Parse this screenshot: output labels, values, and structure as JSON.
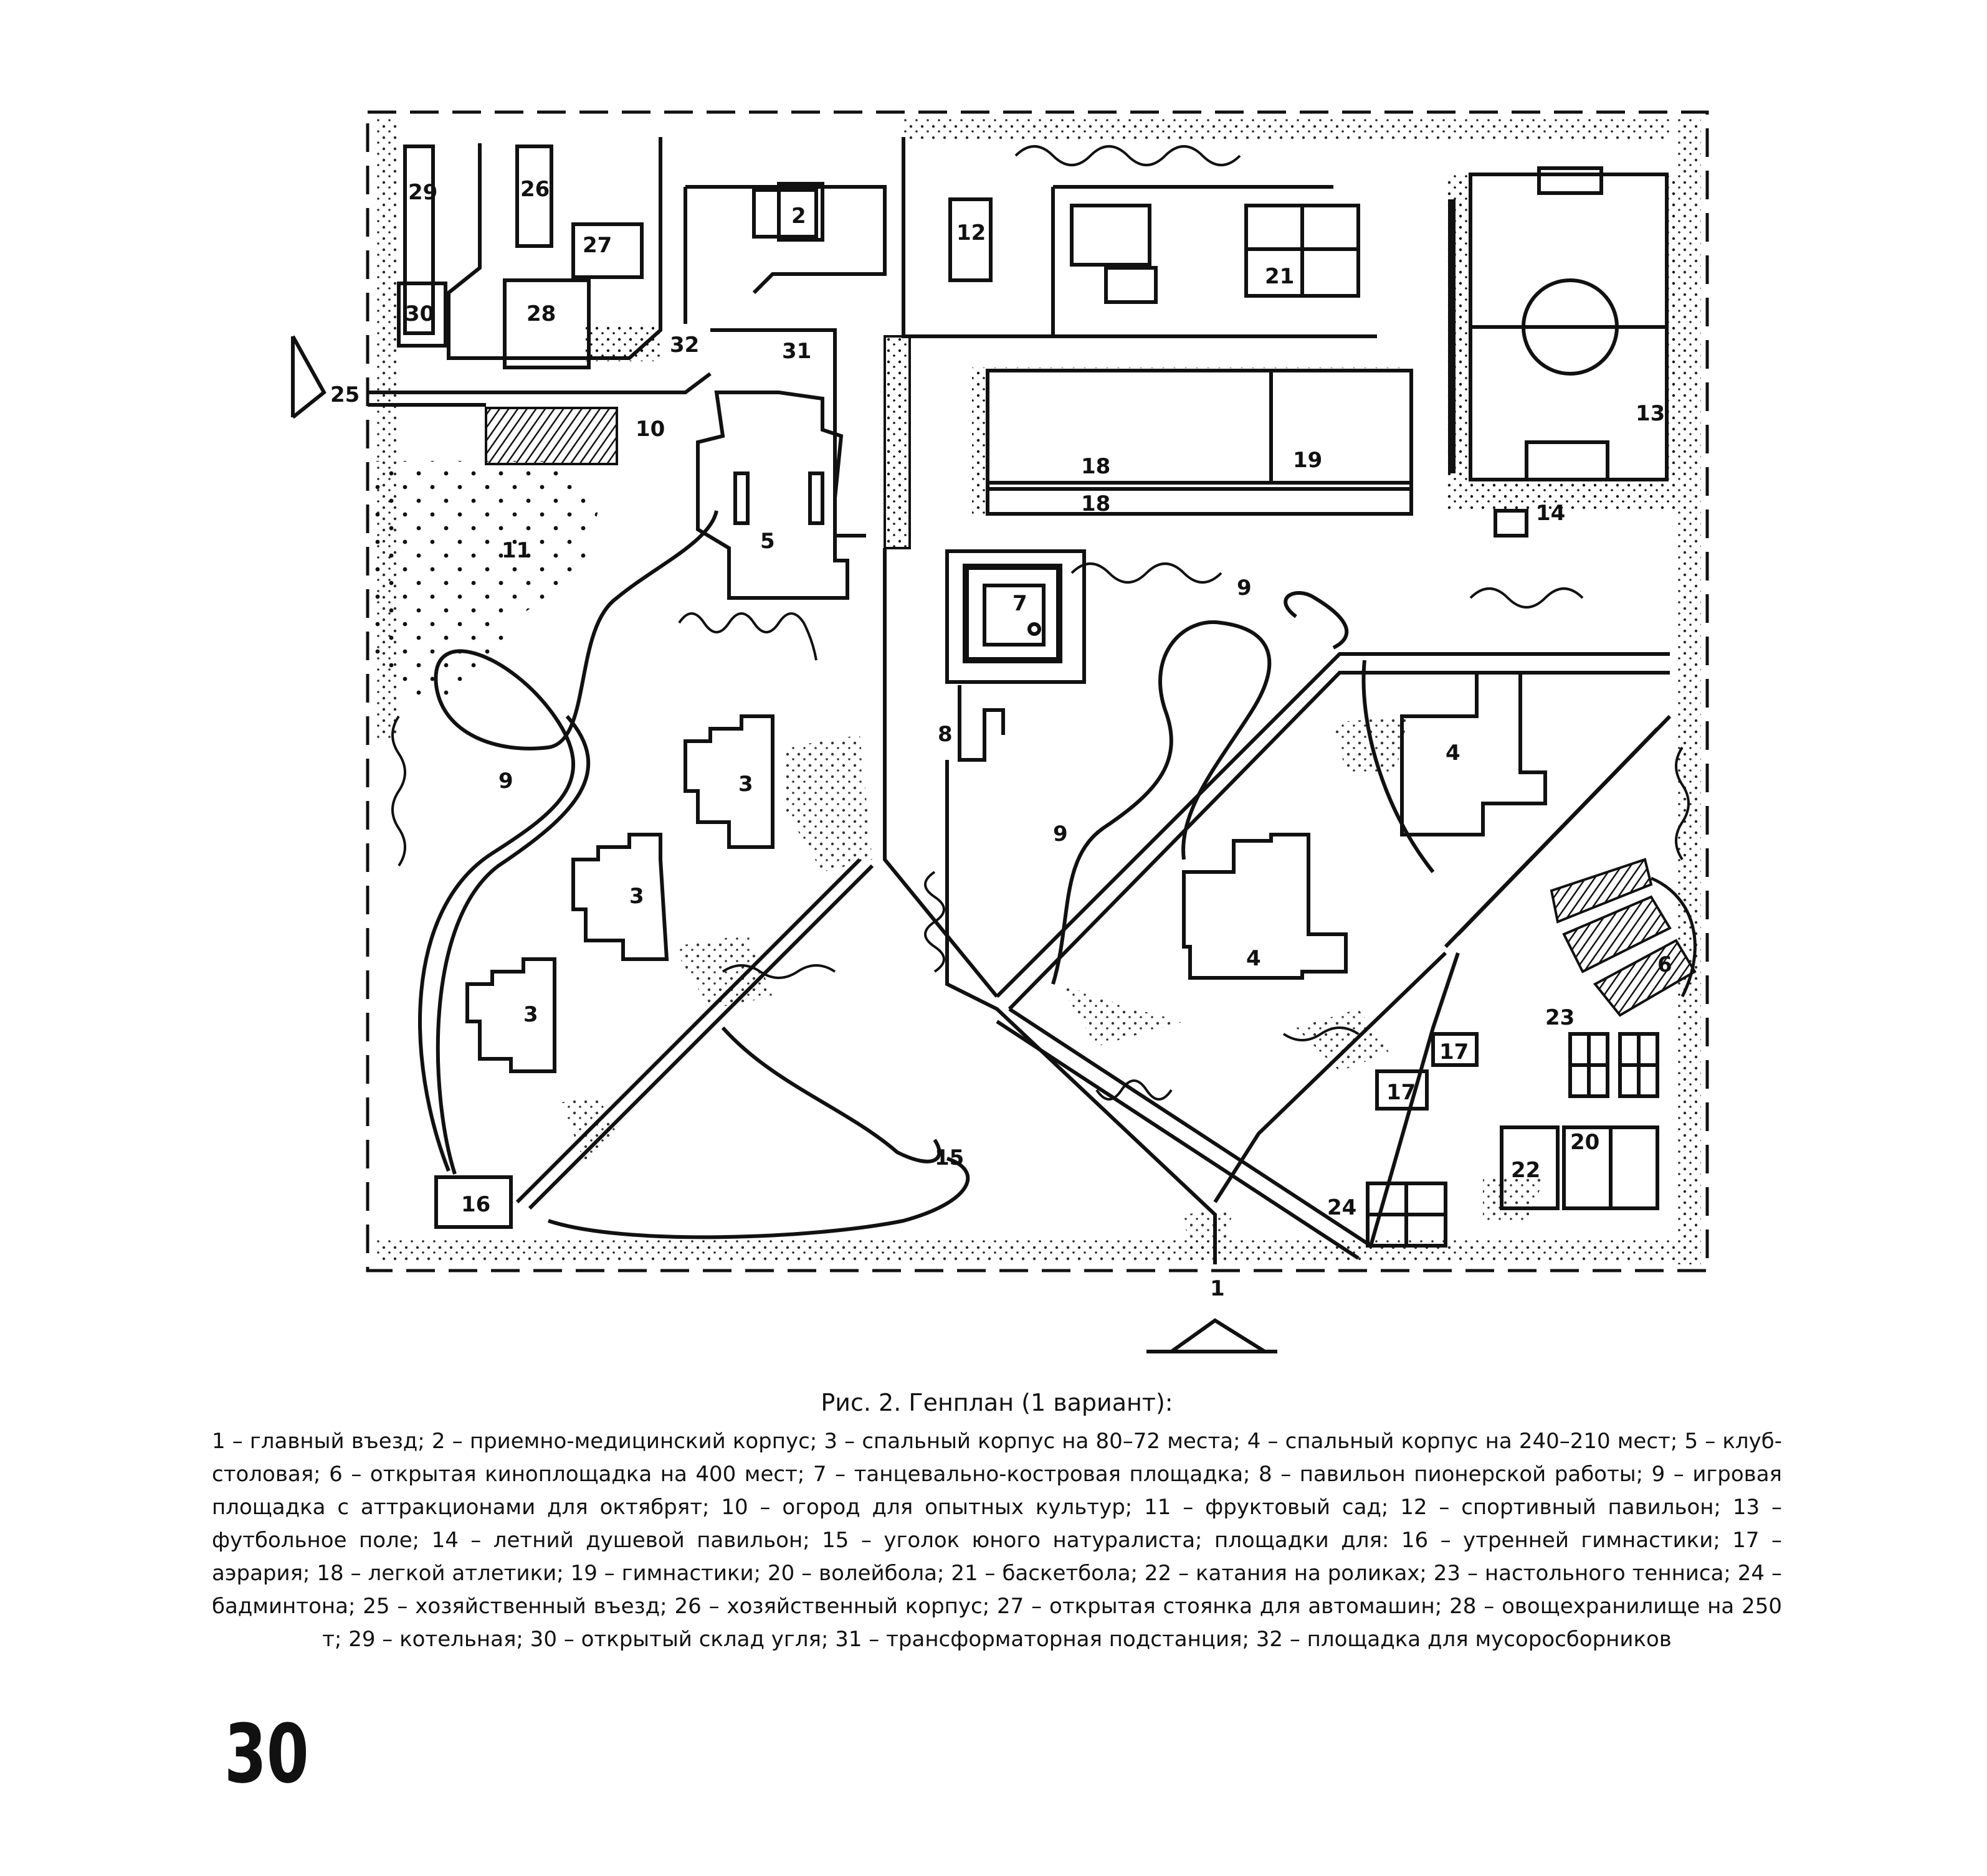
{
  "labels": {
    "n1": "1",
    "n2": "2",
    "n3a": "3",
    "n3b": "3",
    "n3c": "3",
    "n4a": "4",
    "n4b": "4",
    "n5": "5",
    "n6": "6",
    "n7": "7",
    "n8": "8",
    "n9a": "9",
    "n9b": "9",
    "n9c": "9",
    "n10": "10",
    "n11": "11",
    "n12": "12",
    "n13": "13",
    "n14": "14",
    "n15": "15",
    "n16": "16",
    "n17a": "17",
    "n17b": "17",
    "n18a": "18",
    "n18b": "18",
    "n19": "19",
    "n20": "20",
    "n21": "21",
    "n22": "22",
    "n23": "23",
    "n24": "24",
    "n25": "25",
    "n26": "26",
    "n27": "27",
    "n28": "28",
    "n29": "29",
    "n30": "30",
    "n31": "31",
    "n32": "32"
  },
  "caption": {
    "title": "Рис. 2. Генплан (1 вариант):",
    "legend": "1 – главный въезд; 2 – приемно-медицинский корпус; 3 – спальный корпус на 80–72 места; 4 – спальный корпус на 240–210 мест; 5 – клуб-столовая; 6 – открытая киноплощадка на 400 мест; 7 – танцевально-костровая площадка; 8 – павильон пионерской работы; 9 – игровая площадка с аттракционами для октябрят; 10 – огород для опытных культур; 11 – фруктовый сад; 12 – спортивный павильон; 13 – футбольное поле; 14 – летний душевой павильон; 15 – уголок юного натуралиста; площадки для: 16 – утренней гимнастики; 17 – аэрария; 18 – легкой атлетики; 19 – гимнастики; 20 – волейбола; 21 – баскетбола; 22 – катания на роликах; 23 – настольного тенниса; 24 – бадминтона; 25 – хозяйственный въезд; 26 – хозяйственный корпус; 27 – открытая стоянка для автомашин; 28 – овощехранилище на 250 т; 29 – котельная; 30 – открытый склад угля; 31 – трансформаторная подстанция; 32 – площадка для мусоросборников"
  },
  "page_number": "30"
}
